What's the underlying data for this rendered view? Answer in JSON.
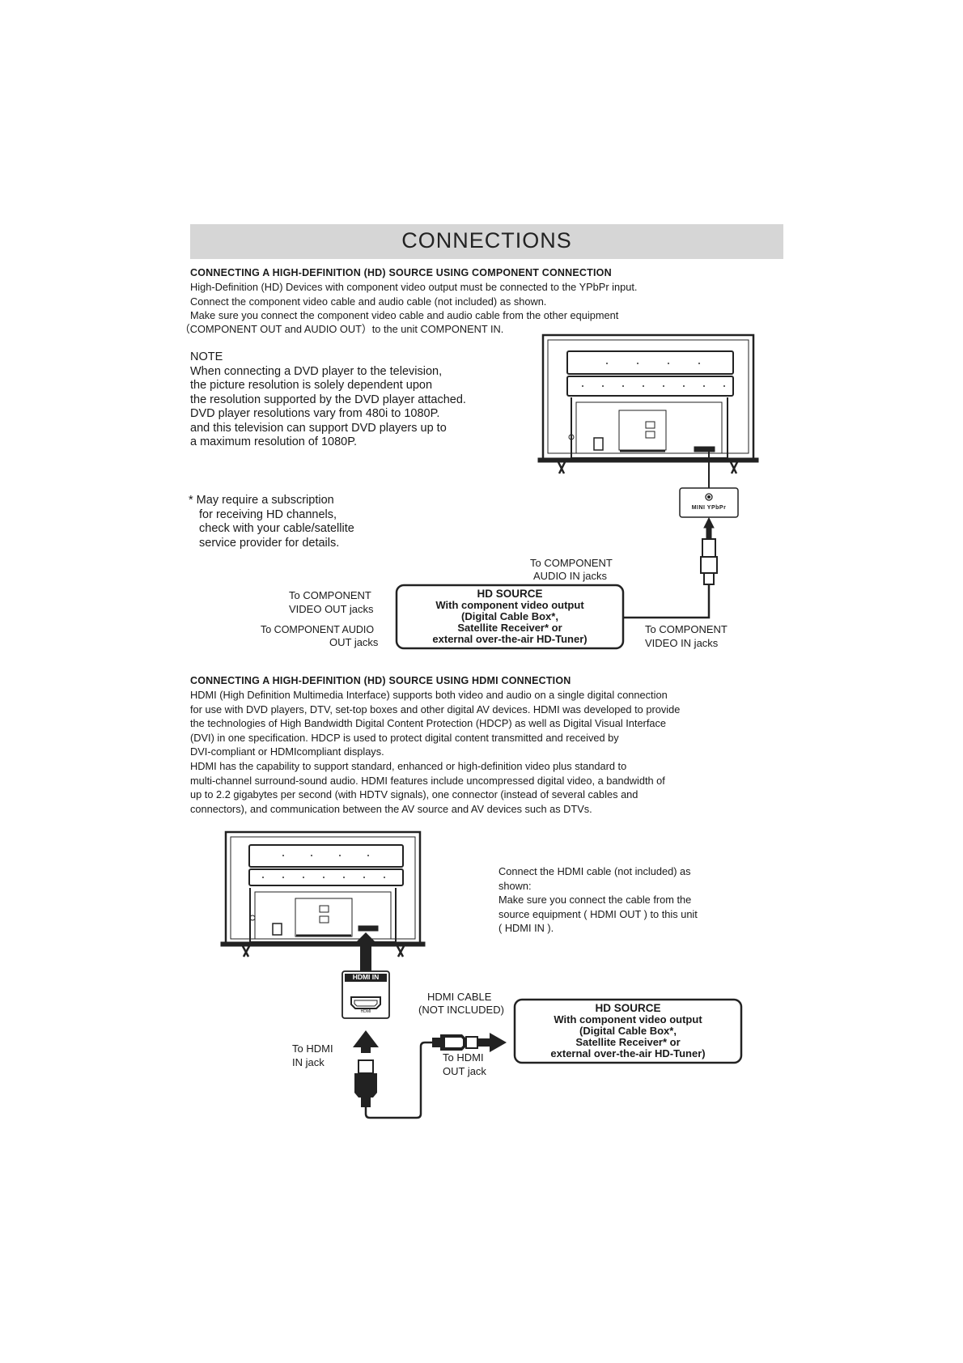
{
  "page": {
    "title": "CONNECTIONS"
  },
  "component_section": {
    "heading": "CONNECTING A HIGH-DEFINITION (HD) SOURCE USING  COMPONENT CONNECTION",
    "lines": [
      "High-Definition (HD) Devices with component video output must be connected to the YPbPr input.",
      "Connect the component video cable and audio cable (not included) as shown.",
      "Make sure you connect the component video cable and audio cable from the other equipment",
      "（COMPONENT OUT and AUDIO OUT）to the unit COMPONENT IN."
    ],
    "note_title": "NOTE",
    "note_lines": [
      "When connecting a DVD player to the television,",
      "the picture resolution is solely dependent upon",
      "the resolution supported by the DVD player attached.",
      "DVD player resolutions vary from 480i to 1080P.",
      "and this television can support DVD players up to",
      "a maximum resolution of 1080P."
    ],
    "subscription_lines": [
      "* May require a subscription",
      "for receiving HD channels,",
      "check with your cable/satellite",
      "service provider for details."
    ],
    "jack_label": "MINI YPbPr",
    "labels": {
      "audio_in_1": "To COMPONENT",
      "audio_in_2": "AUDIO IN jacks",
      "video_out_1": "To COMPONENT",
      "video_out_2": "VIDEO OUT jacks",
      "audio_out_1": "To  COMPONENT AUDIO",
      "audio_out_2": "OUT jacks",
      "video_in_1": "To COMPONENT",
      "video_in_2": "VIDEO IN jacks"
    },
    "hd_source": [
      "HD SOURCE",
      "With component video output",
      "(Digital Cable Box*,",
      "Satellite Receiver* or",
      "external over-the-air HD-Tuner)"
    ]
  },
  "hdmi_section": {
    "heading": "CONNECTING A HIGH-DEFINITION (HD) SOURCE USING HDMI CONNECTION",
    "lines": [
      "HDMI (High Definition Multimedia Interface) supports both video and audio on a single digital connection",
      "for use with DVD players, DTV, set-top boxes and other digital AV devices. HDMI was developed to provide",
      " the technologies of High Bandwidth Digital Content Protection (HDCP) as well as Digital Visual Interface",
      "(DVI) in one specification. HDCP is used to protect digital content transmitted and received by",
      "DVI-compliant or HDMIcompliant displays.",
      "HDMI has the capability to support standard, enhanced or high-definition video plus standard to",
      "multi-channel surround-sound audio. HDMI features include uncompressed digital video, a bandwidth of",
      "up to 2.2 gigabytes per second (with HDTV signals), one connector (instead of several cables and",
      "connectors), and communication between the AV source and AV devices such as DTVs."
    ],
    "connect_lines": [
      "Connect the HDMI cable (not included) as",
      "shown:",
      "Make sure you connect the cable from the",
      "source equipment ( HDMI OUT ) to this unit",
      "( HDMI IN )."
    ],
    "jack_label": "HDMI IN",
    "jack_small": "HDMI",
    "labels": {
      "cable_1": "HDMI CABLE",
      "cable_2": "(NOT INCLUDED)",
      "in_1": "To HDMI",
      "in_2": "IN jack",
      "out_1": "To HDMI",
      "out_2": "OUT jack"
    },
    "hd_source": [
      "HD SOURCE",
      "With component video output",
      "(Digital Cable Box*,",
      "Satellite Receiver* or",
      "external over-the-air HD-Tuner)"
    ]
  }
}
